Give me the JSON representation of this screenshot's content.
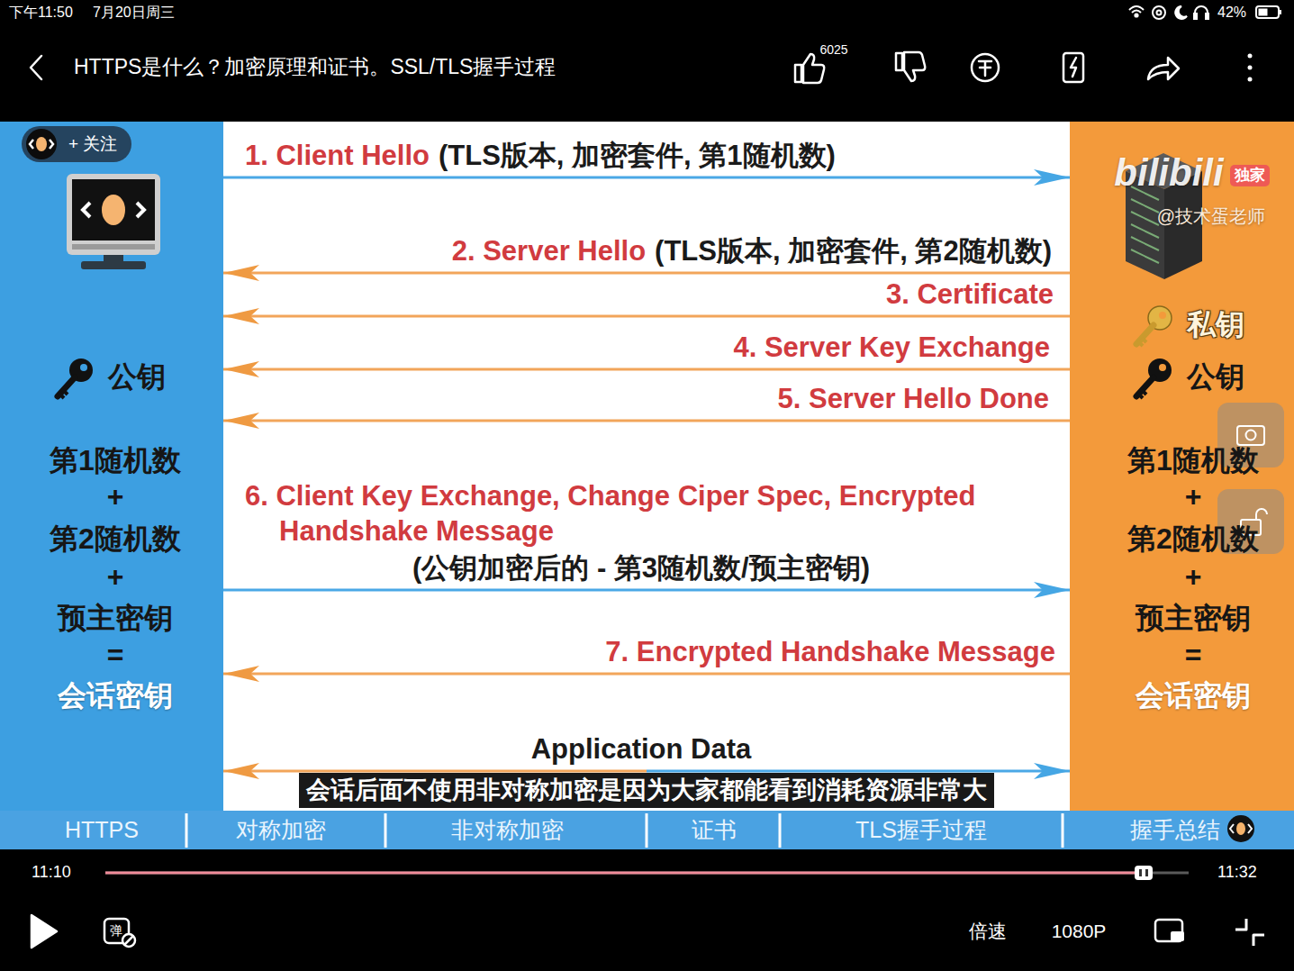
{
  "diagram": {
    "title": "HTTPS是什么？加密原理和证书。SSL/TLS握手过程",
    "nodes": [
      {
        "text": [
          "公钥",
          "第1随机数",
          "+",
          "第2随机数",
          "+",
          "预主密钥",
          "=",
          "会话密钥"
        ]
      },
      {
        "text": [
          "+ 关注"
        ],
        "in": 0
      },
      {
        "text": [
          "私钥",
          "公钥",
          "第1随机数",
          "+",
          "第2随机数",
          "+",
          "预主密钥",
          "=",
          "会话密钥"
        ]
      },
      {
        "text": [
          "独家"
        ],
        "in": 2
      },
      {
        "text": [
          "会话后面不使用非对称加密是因为大家都能看到消耗资源非常大"
        ]
      }
    ],
    "edges": [
      {
        "from": 0,
        "to": 2,
        "label": "1. Client Hello",
        "arrow": "to"
      },
      {
        "from": 2,
        "to": 0,
        "label": "2. Server Hello",
        "arrow": "to"
      },
      {
        "from": 2,
        "to": 0,
        "label": "3. Certificate",
        "arrow": "to"
      },
      {
        "from": 2,
        "to": 0,
        "label": "4. Server Key Exchange",
        "arrow": "to"
      },
      {
        "from": 2,
        "to": 0,
        "label": "5. Server Hello Done",
        "arrow": "to"
      },
      {
        "from": 0,
        "to": 2,
        "label": "6. Client Key Exchange, Change Ciper Spec, Encrypted Handshake Message",
        "arrow": "to"
      },
      {
        "from": 2,
        "to": 0,
        "label": "7. Encrypted Handshake Message",
        "arrow": "to"
      },
      {
        "from": 0,
        "to": 2,
        "label": "Application Data",
        "arrow": "both"
      }
    ],
    "labels": [
      "下午11:50",
      "7月20日周三",
      "42%",
      "6025",
      "(TLS版本, 加密套件, 第1随机数)",
      "(TLS版本, 加密套件, 第2随机数)",
      "(公钥加密后的 - 第3随机数/预主密钥)",
      "bilibili",
      "@技术蛋老师",
      "HTTPS",
      "对称加密",
      "非对称加密",
      "证书",
      "TLS握手过程",
      "握手总结",
      "11:10",
      "11:32",
      "弹",
      "倍速",
      "1080P"
    ]
  }
}
